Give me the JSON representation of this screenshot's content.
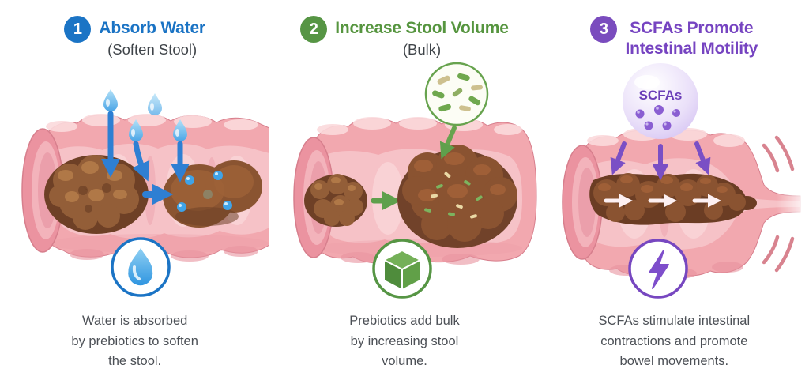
{
  "page": {
    "background": "#ffffff"
  },
  "panels": [
    {
      "number": "1",
      "title": "Absorb Water",
      "subtitle": "(Soften Stool)",
      "caption": "Water is absorbed\nby prebiotics to soften\nthe stool.",
      "accent": "#1b74c5",
      "icon": "water-drop-icon",
      "illustration": "intestine cross-section with water droplets soaking into stool"
    },
    {
      "number": "2",
      "title": "Increase Stool Volume",
      "subtitle": "(Bulk)",
      "caption": "Prebiotics add bulk\nby increasing stool\nvolume.",
      "accent": "#569544",
      "icon": "cube-icon",
      "illustration": "intestine with small stool growing into bulked stool with prebiotic bacteria"
    },
    {
      "number": "3",
      "title": "SCFAs Promote\nIntestinal Motility",
      "subtitle": "",
      "caption": "SCFAs stimulate intestinal\ncontractions and promote\nbowel movements.",
      "accent": "#7a4cbe",
      "icon": "lightning-bolt-icon",
      "bubble_label": "SCFAs",
      "illustration": "intestine with stool moving forward driven by SCFAs"
    }
  ]
}
